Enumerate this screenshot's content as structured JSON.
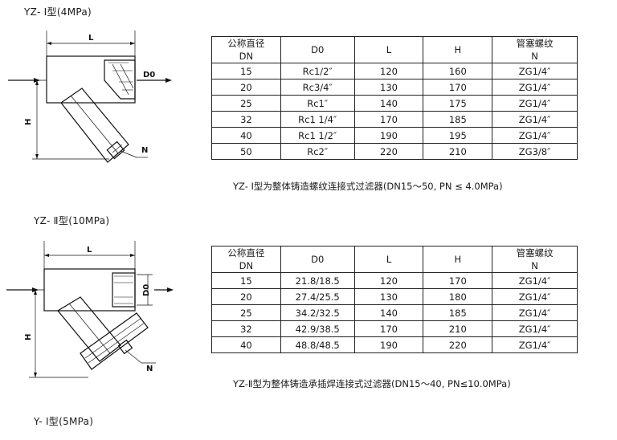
{
  "section1": {
    "heading": "YZ- Ⅰ型(4MPa)",
    "drawing_labels": {
      "length": "L",
      "height": "H",
      "inner_dia": "D0",
      "plug": "N"
    },
    "table": {
      "headers": [
        [
          "公称直径",
          "DN"
        ],
        [
          "D0"
        ],
        [
          "L"
        ],
        [
          "H"
        ],
        [
          "管塞螺纹",
          "N"
        ]
      ],
      "rows": [
        [
          "15",
          "Rc1/2″",
          "120",
          "160",
          "ZG1/4″"
        ],
        [
          "20",
          "Rc3/4″",
          "130",
          "170",
          "ZG1/4″"
        ],
        [
          "25",
          "Rc1″",
          "140",
          "175",
          "ZG1/4″"
        ],
        [
          "32",
          "Rc1 1/4″",
          "170",
          "185",
          "ZG1/4″"
        ],
        [
          "40",
          "Rc1 1/2″",
          "190",
          "195",
          "ZG1/4″"
        ],
        [
          "50",
          "Rc2″",
          "220",
          "210",
          "ZG3/8″"
        ]
      ]
    },
    "caption": "YZ- Ⅰ型为整体铸造螺纹连接式过滤器(DN15～50, PN ≤ 4.0MPa)"
  },
  "section2": {
    "heading": "YZ- Ⅱ型(10MPa)",
    "drawing_labels": {
      "length": "L",
      "height": "H",
      "inner_dia": "D0",
      "plug": "N"
    },
    "table": {
      "headers": [
        [
          "公称直径",
          "DN"
        ],
        [
          "D0"
        ],
        [
          "L"
        ],
        [
          "H"
        ],
        [
          "管塞螺纹",
          "N"
        ]
      ],
      "rows": [
        [
          "15",
          "21.8/18.5",
          "120",
          "170",
          "ZG1/4″"
        ],
        [
          "20",
          "27.4/25.5",
          "130",
          "180",
          "ZG1/4″"
        ],
        [
          "25",
          "34.2/32.5",
          "140",
          "185",
          "ZG1/4″"
        ],
        [
          "32",
          "42.9/38.5",
          "170",
          "210",
          "ZG1/4″"
        ],
        [
          "40",
          "48.8/48.5",
          "190",
          "220",
          "ZG1/4″"
        ]
      ]
    },
    "caption": "YZ-Ⅱ型为整体铸造承插焊连接式过滤器(DN15～40, PN≤10.0MPa)"
  },
  "section3": {
    "heading": "Y- Ⅰ型(5MPa)"
  }
}
